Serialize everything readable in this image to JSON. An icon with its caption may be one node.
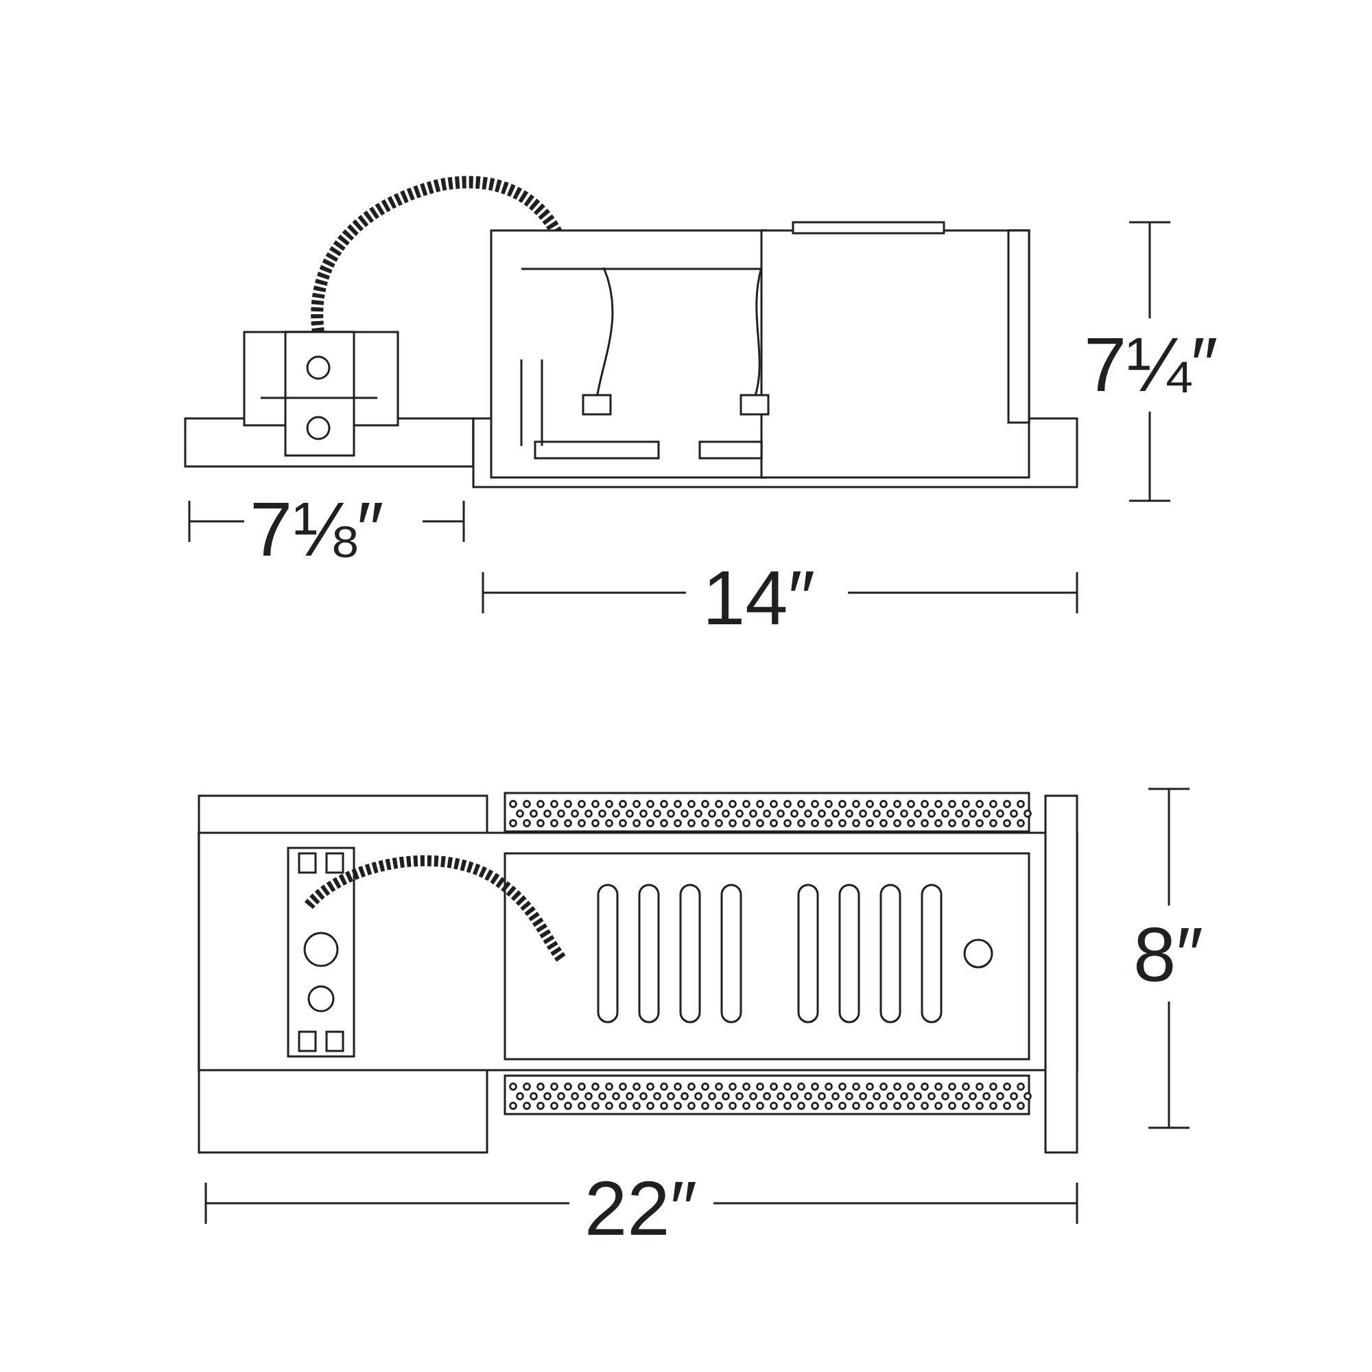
{
  "diagram": {
    "labels": [
      "7¼″",
      "7⅛″",
      "14″",
      "8″",
      "22″"
    ]
  }
}
